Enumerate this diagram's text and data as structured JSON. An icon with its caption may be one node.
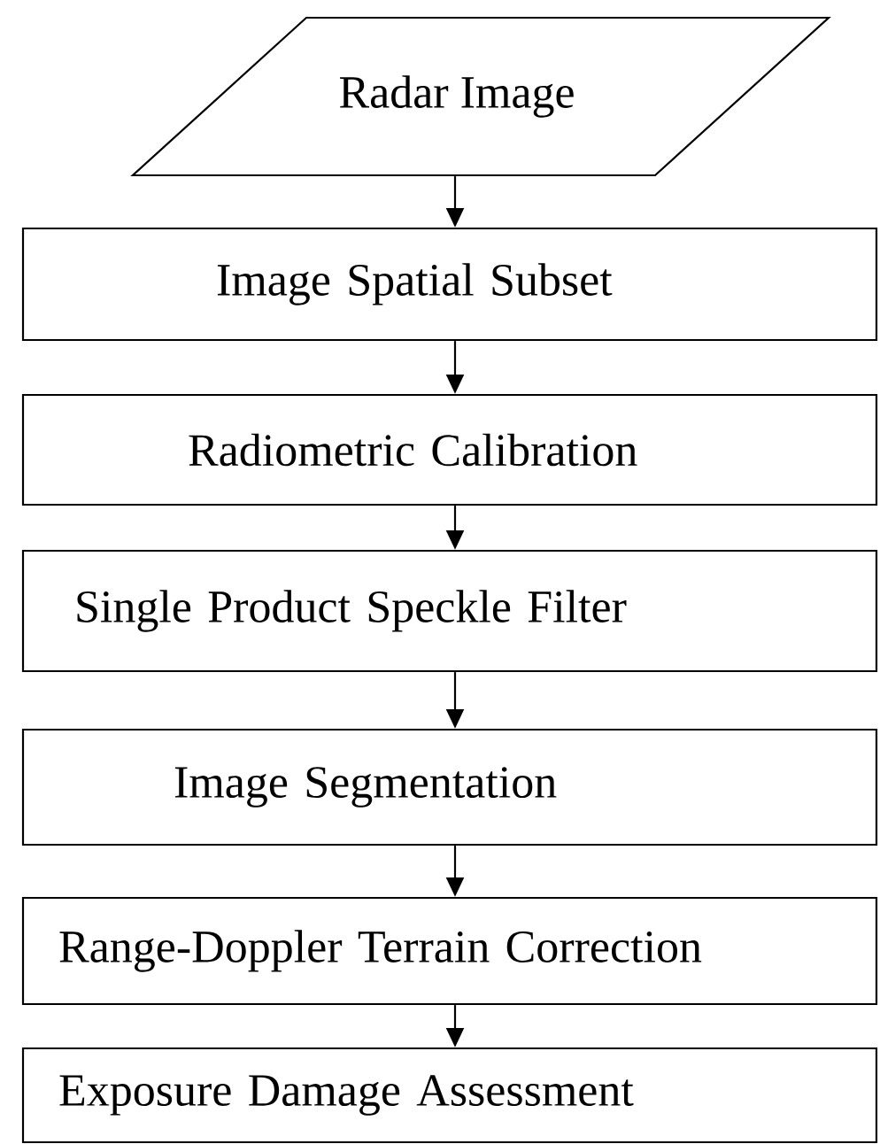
{
  "diagram": {
    "nodes": [
      {
        "text": [
          "Radar Image"
        ]
      },
      {
        "text": [
          "Image Spatial Subset"
        ]
      },
      {
        "text": [
          "Radiometric Calibration"
        ]
      },
      {
        "text": [
          "Single Product Speckle Filter"
        ]
      },
      {
        "text": [
          "Image Segmentation"
        ]
      },
      {
        "text": [
          "Range-Doppler Terrain Correction"
        ]
      },
      {
        "text": [
          "Exposure Damage Assessment"
        ]
      }
    ],
    "edges": [
      {
        "from": 0,
        "to": 1,
        "arrow": "to"
      },
      {
        "from": 1,
        "to": 2,
        "arrow": "to"
      },
      {
        "from": 2,
        "to": 3,
        "arrow": "to"
      },
      {
        "from": 3,
        "to": 4,
        "arrow": "to"
      },
      {
        "from": 4,
        "to": 5,
        "arrow": "to"
      },
      {
        "from": 5,
        "to": 6,
        "arrow": "to"
      }
    ]
  }
}
